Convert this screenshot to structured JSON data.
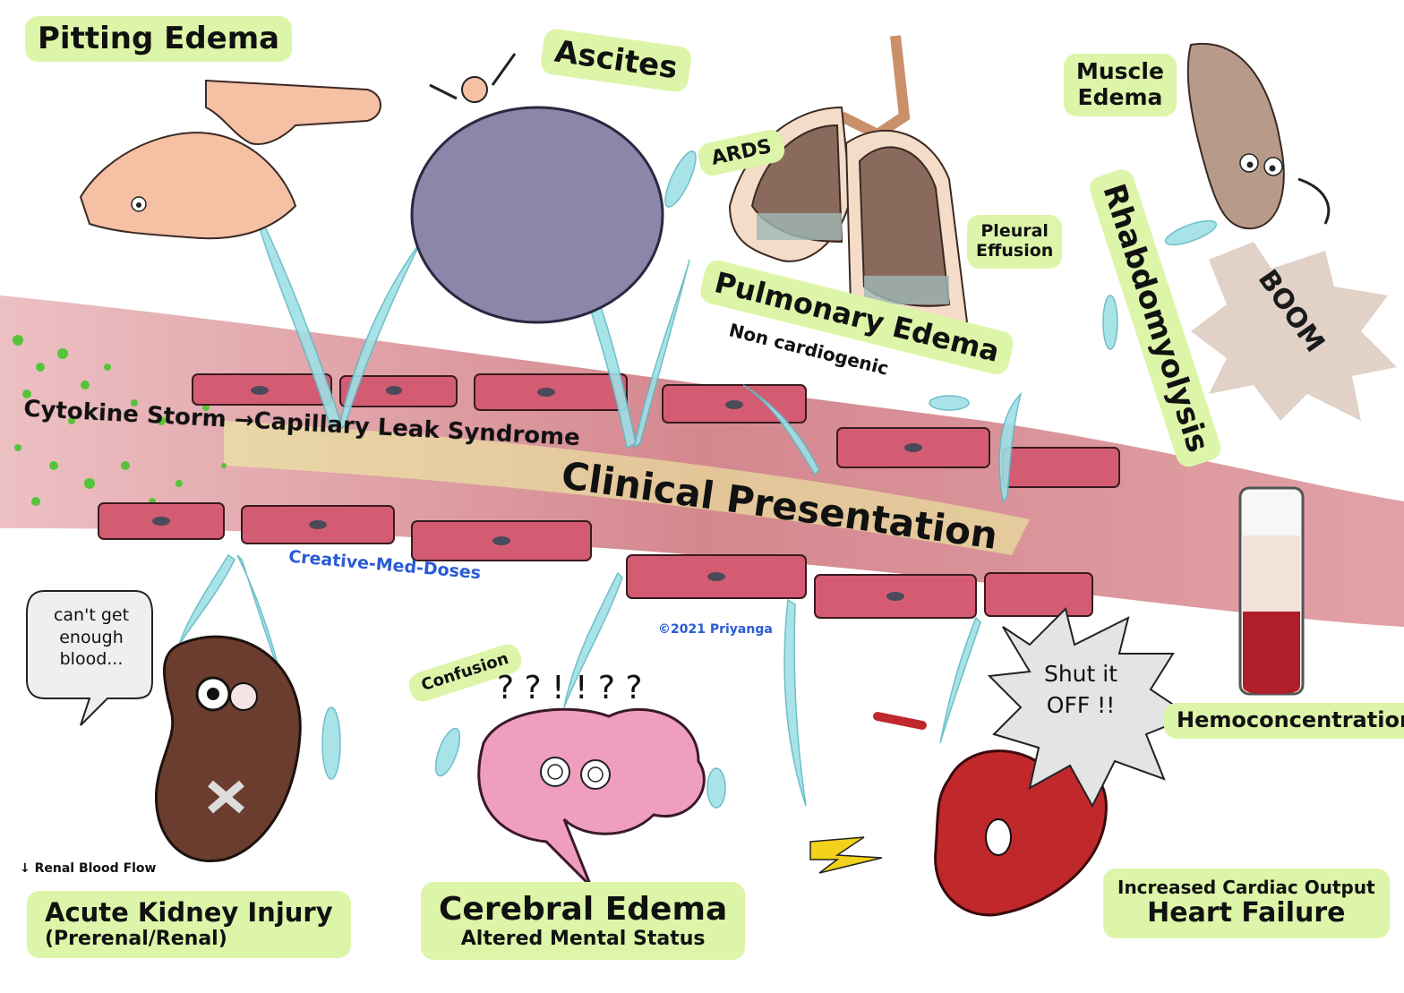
{
  "labels": {
    "pitting_edema": "Pitting Edema",
    "ascites": "Ascites",
    "ards": "ARDS",
    "pleural_effusion_1": "Pleural",
    "pleural_effusion_2": "Effusion",
    "pulmonary_edema": "Pulmonary Edema",
    "non_cardiogenic": "Non cardiogenic",
    "muscle_edema_1": "Muscle",
    "muscle_edema_2": "Edema",
    "boom": "BOOM",
    "rhabdomyolysis": "Rhabdomyolysis",
    "cytokine_storm": "Cytokine Storm",
    "arrow": "→",
    "capillary_leak": "Capillary Leak Syndrome",
    "clinical_presentation": "Clinical Presentation",
    "creative_med_doses": "Creative-Med-Doses",
    "copyright": "©2021 Priyanga",
    "kidney_bubble_1": "can't get",
    "kidney_bubble_2": "enough",
    "kidney_bubble_3": "blood...",
    "confusion": "Confusion",
    "question_marks": "? ? ! ! ? ?",
    "shut_it_off_1": "Shut it",
    "shut_it_off_2": "OFF !!",
    "hemoconcentration": "Hemoconcentration",
    "renal_blood_flow": "↓ Renal Blood Flow",
    "acute_kidney_injury": "Acute Kidney Injury",
    "prerenal_renal": "(Prerenal/Renal)",
    "cerebral_edema": "Cerebral Edema",
    "altered_mental_status": "Altered Mental Status",
    "increased_cardiac_output": "Increased Cardiac Output",
    "heart_failure": "Heart Failure"
  },
  "colors": {
    "label_bg": "#dcf5a8",
    "cell": "#d45c72",
    "vessel": "#c96a72",
    "fluid": "#9fe0e6",
    "kidney": "#6b3d2e",
    "brain": "#f09ec0",
    "heart": "#c0282c",
    "lung": "#8a6a5c",
    "ascites": "#8b86aa",
    "blood": "#b01e2a",
    "accent_blue": "#2a5bd7"
  }
}
